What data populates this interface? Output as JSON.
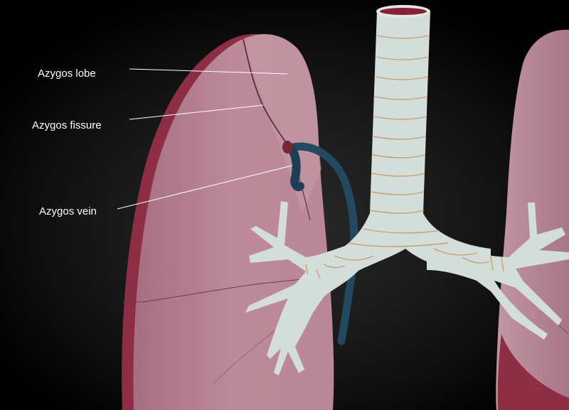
{
  "labels": {
    "azygos_lobe": "Azygos lobe",
    "azygos_fissure": "Azygos fissure",
    "azygos_vein": "Azygos vein"
  },
  "colors": {
    "background": "#000000",
    "lung_fill": "#b98797",
    "lung_edge": "#8e2e45",
    "trachea_fill": "#d3ddd9",
    "cartilage_ring": "#c7a070",
    "vein": "#214a60",
    "label_text": "#ffffff"
  }
}
